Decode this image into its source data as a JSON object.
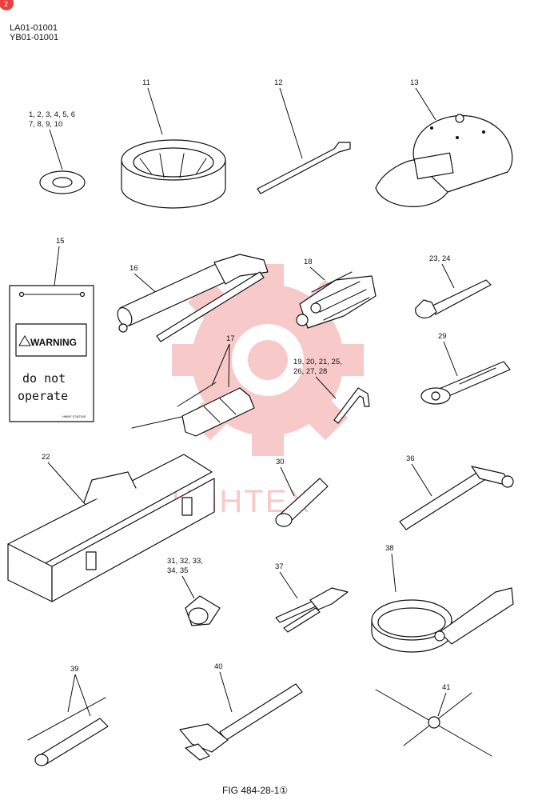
{
  "header": {
    "badge": "2",
    "codes": [
      "LA01-01001",
      "YB01-01001"
    ]
  },
  "watermark": {
    "text": "ЧИНТЕХ",
    "color": "#e84040"
  },
  "parts": {
    "p_1_10": [
      "1, 2, 3, 4, 5, 6",
      "7, 8, 9, 10"
    ],
    "p_11": "11",
    "p_12": "12",
    "p_13": "13",
    "p_15": "15",
    "p_16": "16",
    "p_17": "17",
    "p_18": "18",
    "p_23_24": "23, 24",
    "p_29": "29",
    "p_19_28": [
      "19, 20, 21, 25,",
      "26, 27, 28"
    ],
    "p_22": "22",
    "p_30": "30",
    "p_36": "36",
    "p_31_35": [
      "31, 32, 33,",
      "34, 35"
    ],
    "p_37": "37",
    "p_38": "38",
    "p_39": "39",
    "p_40": "40",
    "p_41": "41"
  },
  "tag": {
    "warning": "WARNING",
    "text_line1": "do not",
    "text_line2": "operate",
    "small_print": "HMNF-F2A2345"
  },
  "figure_caption": "FIG 484-28-1①"
}
